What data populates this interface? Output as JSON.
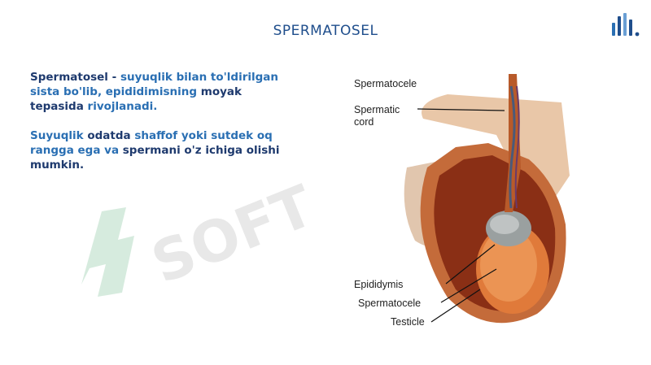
{
  "slide": {
    "title": "SPERMATOSEL",
    "paragraph1": {
      "p1a": "Spermatosel - ",
      "p1b": "suyuqlik bilan to'ldirilgan sista bo'lib, epididimisning ",
      "p1c": "moyak tepasida ",
      "p1d": "rivojlanadi."
    },
    "paragraph2": {
      "p2a": "Suyuqlik ",
      "p2b": "odatda ",
      "p2c": "shaffof yoki sutdek oq rangga ega va ",
      "p2d": "spermani o'z ichiga olishi mumkin."
    }
  },
  "figure": {
    "labels": {
      "spermatocele_top": "Spermatocele",
      "spermatic_cord_1": "Spermatic",
      "spermatic_cord_2": "cord",
      "epididymis": "Epididymis",
      "spermatocele_bottom": "Spermatocele",
      "testicle": "Testicle"
    }
  },
  "watermark": {
    "text": "SOFT"
  },
  "logo": {
    "icon": "bar-chart-logo-icon"
  },
  "colors": {
    "title": "#1f4e8c",
    "text_dark": "#1e3a6e",
    "text_highlight": "#2a6fb3",
    "watermark": "#cfe8d8"
  }
}
